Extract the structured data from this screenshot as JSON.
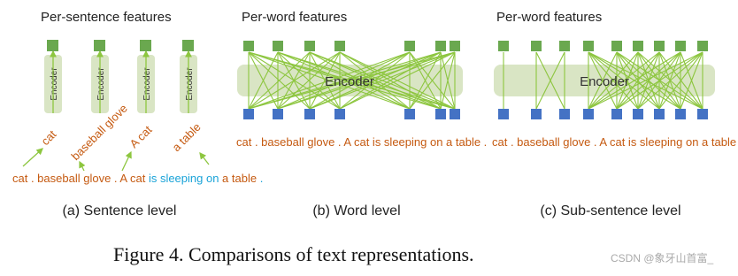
{
  "panels": {
    "a": {
      "header": "Per-sentence features",
      "encoder": "Encoder",
      "phrases": [
        "cat",
        "baseball glove",
        "A cat",
        "a table"
      ],
      "sentence_parts": [
        {
          "text": "cat . baseball glove . A cat ",
          "color": "orange"
        },
        {
          "text": "is sleeping on",
          "color": "blue"
        },
        {
          "text": " a table",
          "color": "orange"
        },
        {
          "text": " .",
          "color": "blue"
        }
      ],
      "caption": "(a) Sentence level"
    },
    "b": {
      "header": "Per-word features",
      "encoder": "Encoder",
      "sentence": "cat . baseball glove . A cat is sleeping on a table .",
      "caption": "(b) Word level"
    },
    "c": {
      "header": "Per-word features",
      "encoder": "Encoder",
      "sentence": "cat . baseball glove . A cat is sleeping on a table",
      "caption": "(c) Sub-sentence level"
    }
  },
  "figure_caption": "Figure 4. Comparisons of text representations.",
  "watermark": "CSDN @象牙山首富_",
  "colors": {
    "token_green": "#6aa84f",
    "token_blue": "#4472c4",
    "encoder_fill": "#d9e5c4",
    "arrow": "#8dc63f",
    "text_orange": "#c55a11",
    "text_blue": "#1aa3d8"
  }
}
